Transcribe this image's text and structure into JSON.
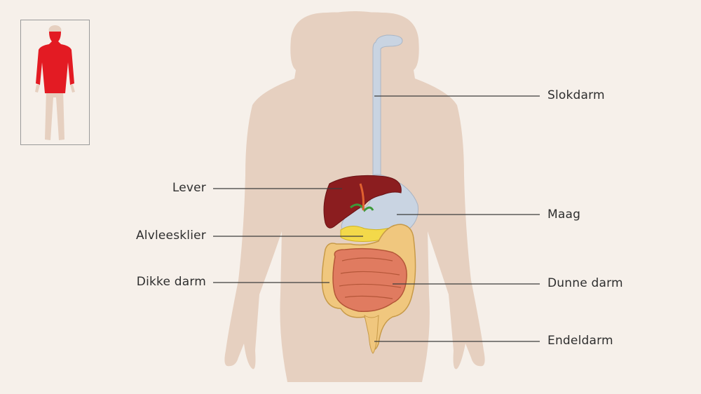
{
  "labels": {
    "slokdarm": "Slokdarm",
    "lever": "Lever",
    "maag": "Maag",
    "alvleesklier": "Alvleesklier",
    "dikke_darm": "Dikke darm",
    "dunne_darm": "Dunne darm",
    "endeldarm": "Endeldarm"
  },
  "colors": {
    "background": "#f6f0ea",
    "body": "#e6d0c0",
    "highlight": "#e31b23",
    "liver": "#8b1d1f",
    "stomach": "#c9d4e2",
    "colon": "#f0c77e",
    "small_intestine": "#e07b60",
    "pancreas": "#f3d94a",
    "leader_line": "#3c3c3c"
  },
  "icons": {
    "thumbnail": "body-region-highlight-icon"
  }
}
